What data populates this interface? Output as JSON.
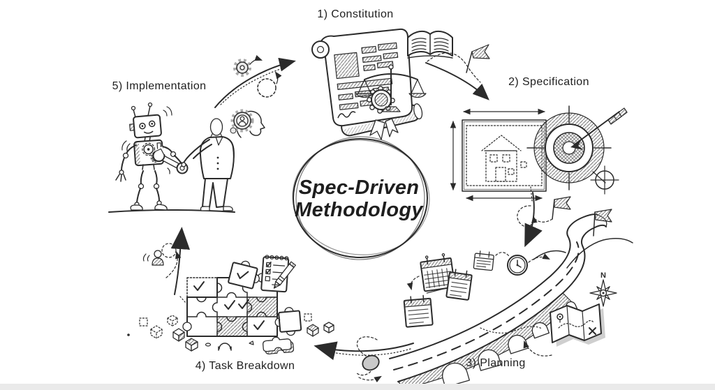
{
  "diagram": {
    "center_title_line1": "Spec-Driven",
    "center_title_line2": "Methodology",
    "stages": {
      "constitution": {
        "label": "1) Constitution"
      },
      "specification": {
        "label": "2) Specification"
      },
      "planning": {
        "label": "3) Planning"
      },
      "task_breakdown": {
        "label": "4) Task Breakdown"
      },
      "implementation": {
        "label": "5) Implementation"
      }
    },
    "compass_north_label": "N",
    "colors": {
      "ink": "#2b2b2b",
      "background": "#ffffff",
      "fill_gray": "#e8e8e8"
    },
    "stage_icons": {
      "constitution": [
        "scroll-with-seal-icon",
        "open-book-icon",
        "scales-of-justice-icon"
      ],
      "specification": [
        "blueprint-house-icon",
        "target-with-arrow-icon",
        "crosshair-icon"
      ],
      "planning": [
        "calendar-icon",
        "clock-icon",
        "winding-road-bridge-icon",
        "flag-icon",
        "compass-rose-icon",
        "treasure-map-icon"
      ],
      "task_breakdown": [
        "puzzle-grid-icon",
        "checklist-with-pencil-icon",
        "cube-icon",
        "person-thinking-icon"
      ],
      "implementation": [
        "robot-icon",
        "businessman-icon",
        "wrench-icon",
        "gear-icon",
        "head-with-gear-icon"
      ]
    }
  }
}
